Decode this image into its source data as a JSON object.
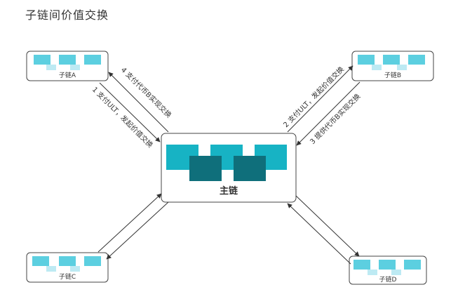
{
  "title": "子链间价值交换",
  "main_chain": {
    "label": "主链"
  },
  "subchains": [
    {
      "id": "A",
      "label": "子链A"
    },
    {
      "id": "B",
      "label": "子链B"
    },
    {
      "id": "C",
      "label": "子链C"
    },
    {
      "id": "D",
      "label": "子链D"
    }
  ],
  "arrows": {
    "a_in": "4 支付代币B实现交换",
    "a_out": "1 支付ULT，发起价值交换",
    "b_out": "2 支付ULT，发起价值交换",
    "b_in": "3 提供代币B实现交换"
  },
  "colors": {
    "teal": "#17b3c4",
    "teal_dark": "#0f6f7b",
    "subchain_block": "#5ccfe0",
    "subchain_block_light": "#bdeaf3",
    "stroke": "#444444"
  }
}
